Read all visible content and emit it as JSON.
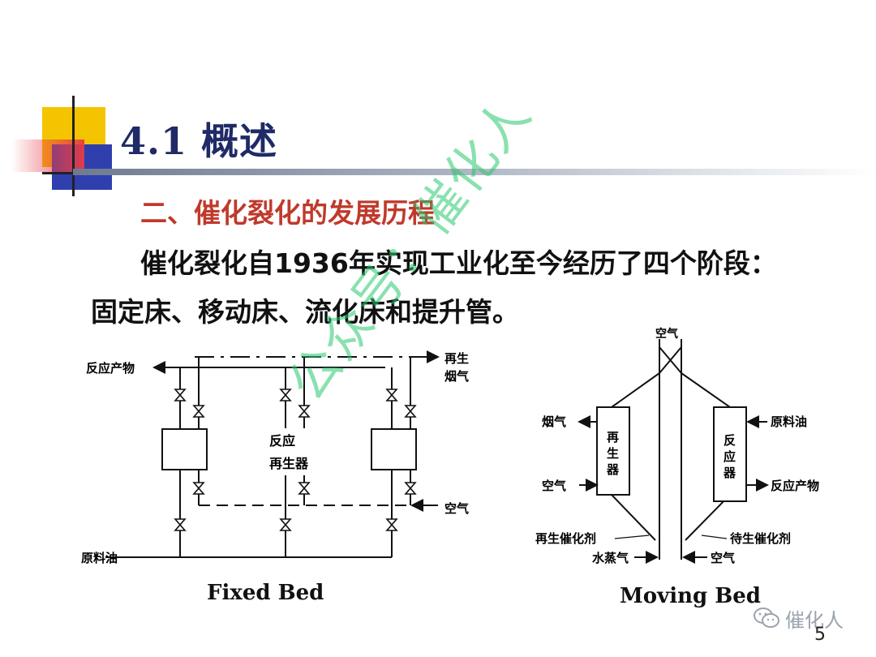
{
  "slide": {
    "title": "4.1 概述",
    "subtitle": "二、催化裂化的发展历程",
    "body_line1": "催化裂化自1936年实现工业化至今经历了四个阶段：",
    "body_line2": "固定床、移动床、流化床和提升管。",
    "page_number": "5"
  },
  "watermark": {
    "diagonal_text": "公众号：催化人",
    "badge_text": "催化人",
    "badge_icon": "wechat-icon"
  },
  "fixed_bed": {
    "caption": "Fixed Bed",
    "labels": {
      "product": "反应产物",
      "regen_line1": "再生",
      "regen_line2": "烟气",
      "reactor_label_1": "反应",
      "reactor_label_2": "再生器",
      "air": "空气",
      "feed": "原料油"
    }
  },
  "moving_bed": {
    "caption": "Moving Bed",
    "labels": {
      "air_top": "空气",
      "flue_gas": "烟气",
      "air_left": "空气",
      "regenerator": [
        "再",
        "生",
        "器"
      ],
      "reactor": [
        "反",
        "应",
        "器"
      ],
      "feed": "原料油",
      "product": "反应产物",
      "regen_catalyst": "再生催化剂",
      "spent_catalyst": "待生催化剂",
      "steam": "水蒸气",
      "air_bottom": "空气"
    }
  },
  "colors": {
    "title": "#1f2a66",
    "subtitle": "#c0392b",
    "watermark": "#28c86e"
  }
}
